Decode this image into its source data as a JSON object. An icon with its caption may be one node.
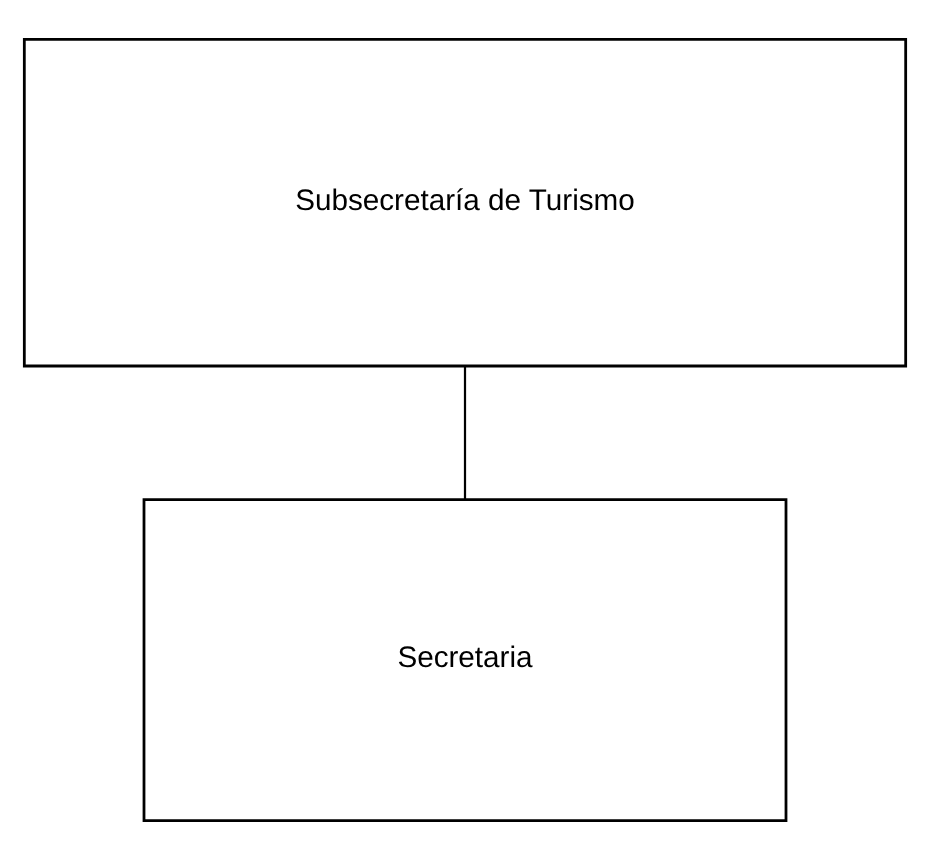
{
  "diagram": {
    "nodes": [
      {
        "text": [
          "Subsecretaría de Turismo"
        ]
      },
      {
        "text": [
          "Secretaria"
        ]
      }
    ],
    "edges": [
      {
        "from": 0,
        "to": 1,
        "arrow": "none"
      }
    ]
  }
}
